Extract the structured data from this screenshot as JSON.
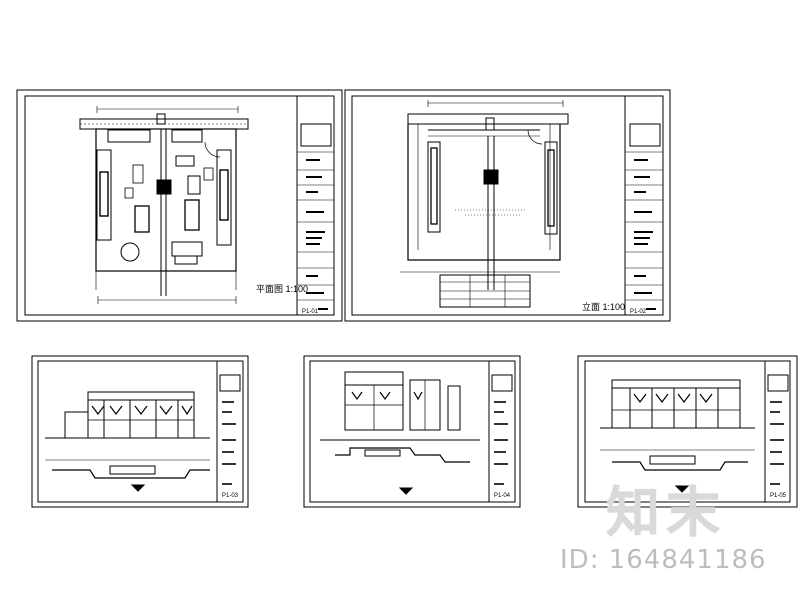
{
  "watermark": {
    "logo_text": "知末",
    "id_text": "ID: 164841186"
  },
  "sheets": [
    {
      "name": "plan-1",
      "scale_label": "平面图 1:100",
      "sheet_no": "P1-01"
    },
    {
      "name": "plan-2",
      "scale_label": "立面 1:100",
      "sheet_no": "P1-02"
    },
    {
      "name": "elevation-a",
      "sheet_no": "P1-03"
    },
    {
      "name": "elevation-b",
      "sheet_no": "P1-04"
    },
    {
      "name": "elevation-c",
      "sheet_no": "P1-05"
    }
  ],
  "colors": {
    "line": "#000000",
    "background": "#ffffff",
    "watermark": "#c8c8c8"
  }
}
